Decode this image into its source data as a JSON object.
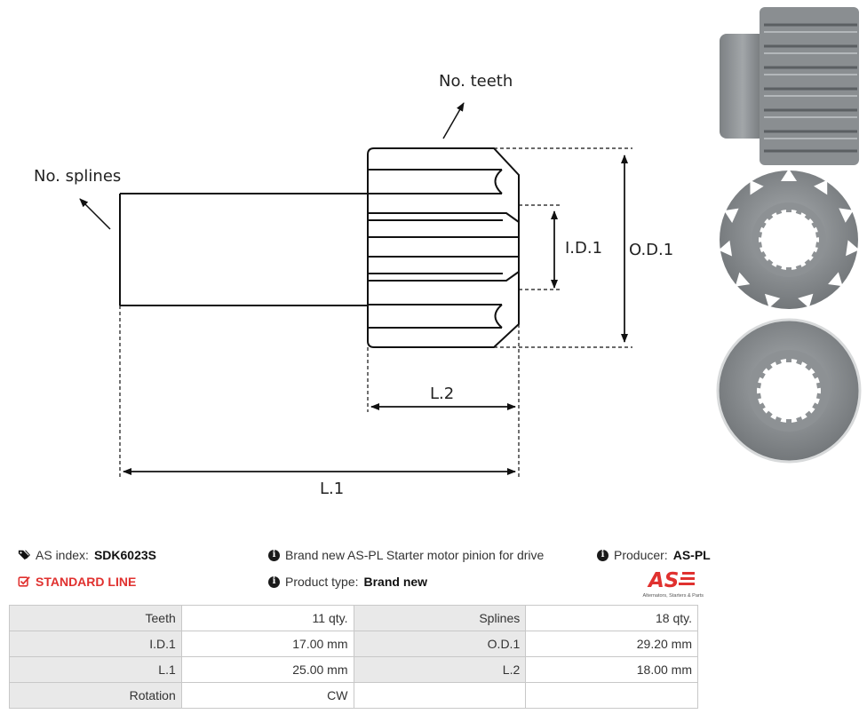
{
  "diagram": {
    "no_teeth": "No. teeth",
    "no_splines": "No. splines",
    "id1": "I.D.1",
    "od1": "O.D.1",
    "l2": "L.2",
    "l1": "L.1"
  },
  "info": {
    "as_index_label": "AS index:",
    "as_index_value": "SDK6023S",
    "standard_line": "STANDARD LINE",
    "description": "Brand new AS-PL Starter motor pinion for drive",
    "product_type_label": "Product type:",
    "product_type_value": "Brand new",
    "producer_label": "Producer:",
    "producer_value": "AS-PL",
    "logo_text": "AS",
    "logo_tagline": "Alternators, Starters & Parts"
  },
  "specs": [
    {
      "label1": "Teeth",
      "value1": "11 qty.",
      "label2": "Splines",
      "value2": "18 qty."
    },
    {
      "label1": "I.D.1",
      "value1": "17.00 mm",
      "label2": "O.D.1",
      "value2": "29.20 mm"
    },
    {
      "label1": "L.1",
      "value1": "25.00 mm",
      "label2": "L.2",
      "value2": "18.00 mm"
    },
    {
      "label1": "Rotation",
      "value1": "CW",
      "label2": "",
      "value2": ""
    }
  ],
  "colors": {
    "accent": "#e0312f",
    "header_cell": "#e9e9e9",
    "border": "#c8c8c8"
  }
}
